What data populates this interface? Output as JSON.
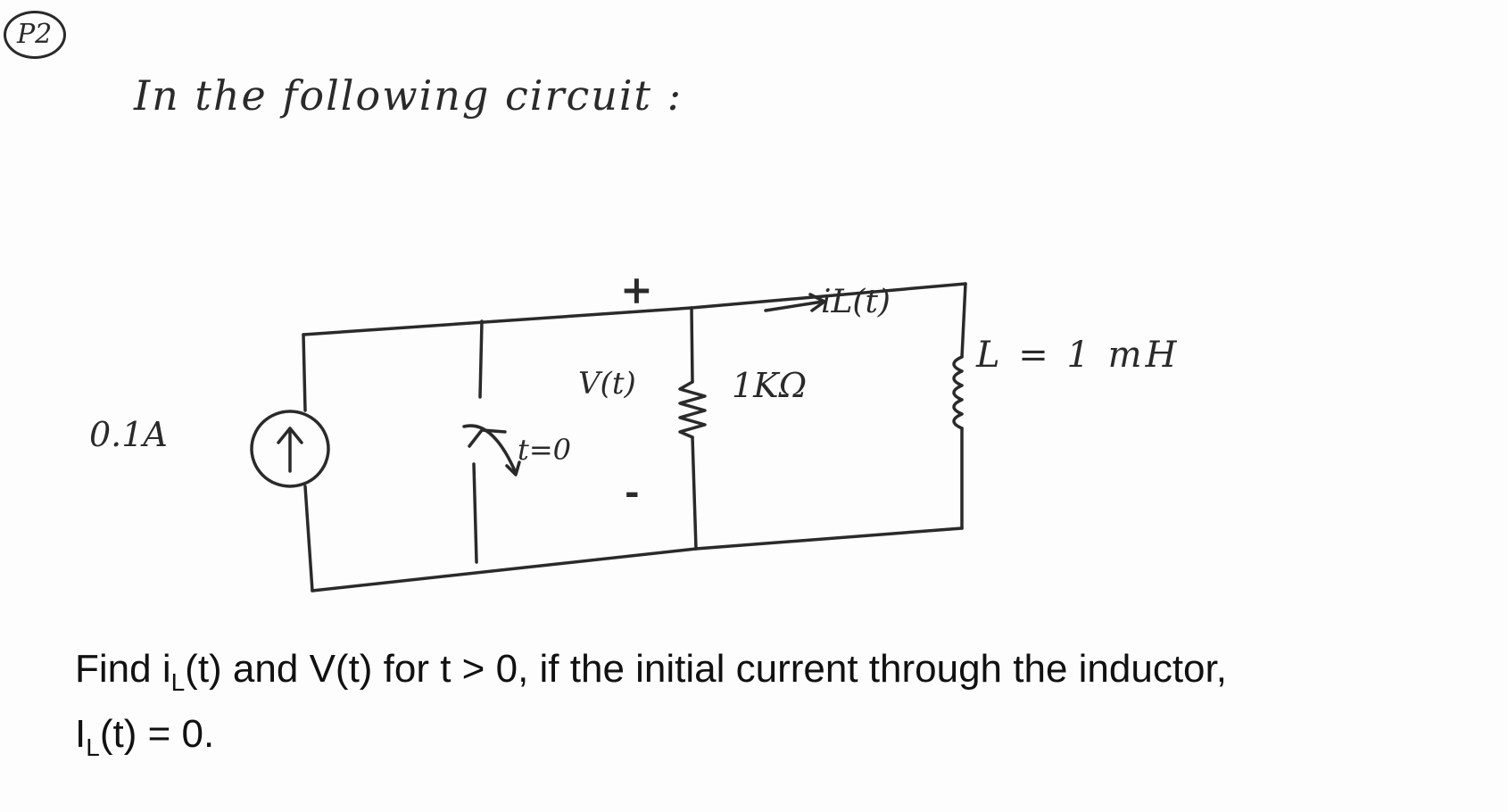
{
  "header": {
    "problem_tag": "P2",
    "intro": "In the following circuit :"
  },
  "circuit": {
    "source_label": "0.1A",
    "switch_label": "t=0",
    "voltage_plus": "+",
    "voltage_minus": "-",
    "voltage_label": "V(t)",
    "resistor_label": "1KΩ",
    "current_label": "iL(t)",
    "inductor_label": "L = 1 mH"
  },
  "question": {
    "line1_find": "Find i",
    "line1_sub": "L",
    "line1_rest": "(t) and V(t) for t > 0, if the initial current through the inductor,",
    "line2_main": "I",
    "line2_sub": "L",
    "line2_rest": "(t) = 0."
  }
}
